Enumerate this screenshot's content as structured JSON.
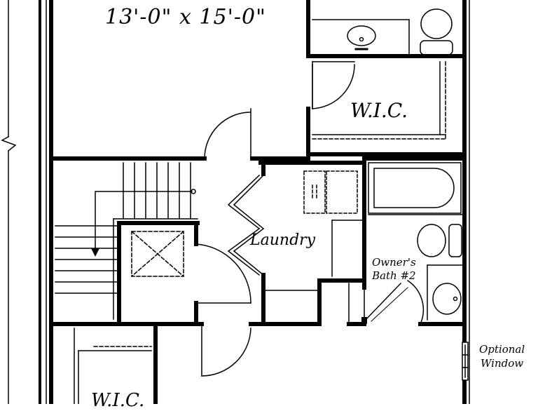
{
  "rooms": {
    "bedroom_dimensions": "13'-0\" x 15'-0\"",
    "wic_top": "W.I.C.",
    "laundry": "Laundry",
    "owners_bath_line1": "Owner's",
    "owners_bath_line2": "Bath #2",
    "wic_bottom": "W.I.C."
  },
  "annotations": {
    "optional_line1": "Optional",
    "optional_line2": "Window"
  },
  "colors": {
    "ink": "#000000",
    "paper": "#ffffff"
  }
}
